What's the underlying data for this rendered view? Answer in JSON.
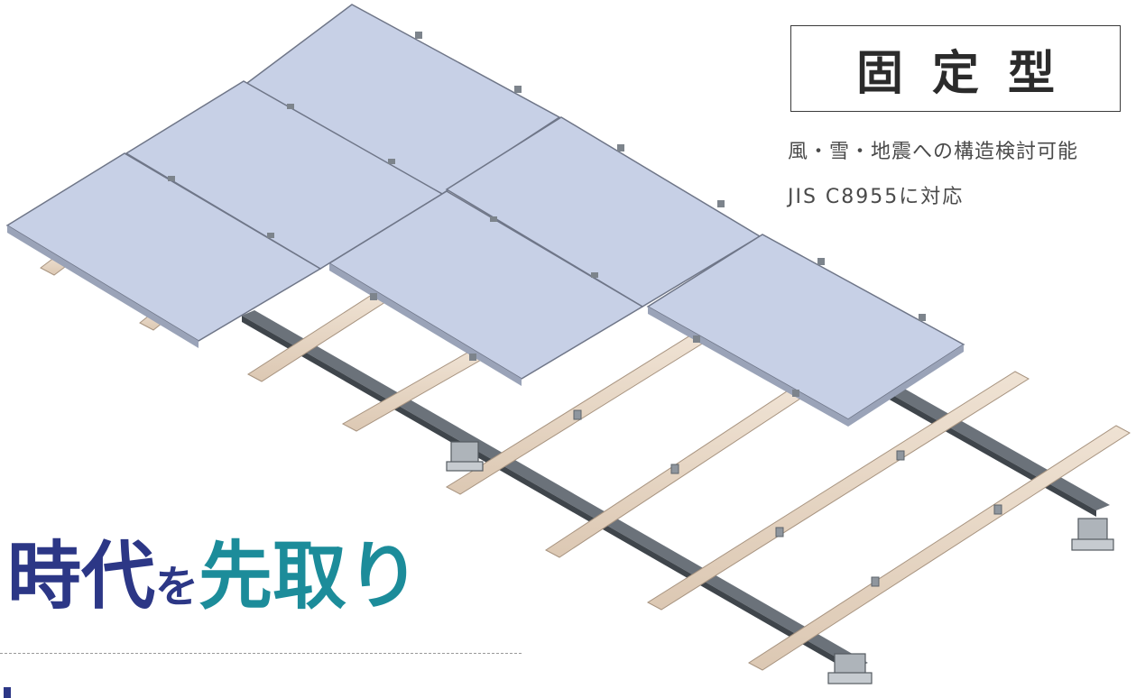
{
  "badge": {
    "title": "固定型"
  },
  "features": [
    "風・雪・地震への構造検討可能",
    "JIS C8955に対応"
  ],
  "headline": {
    "part1": "時代",
    "part2": "を",
    "part3": "先取り"
  },
  "colors": {
    "navy": "#2c3786",
    "teal": "#1c8c9a",
    "panel": "#c7d0e6",
    "wood": "#e6d6c5",
    "rail": "#8c939b"
  },
  "illustration": {
    "subject": "fixed-tilt solar panel mounting structure"
  }
}
